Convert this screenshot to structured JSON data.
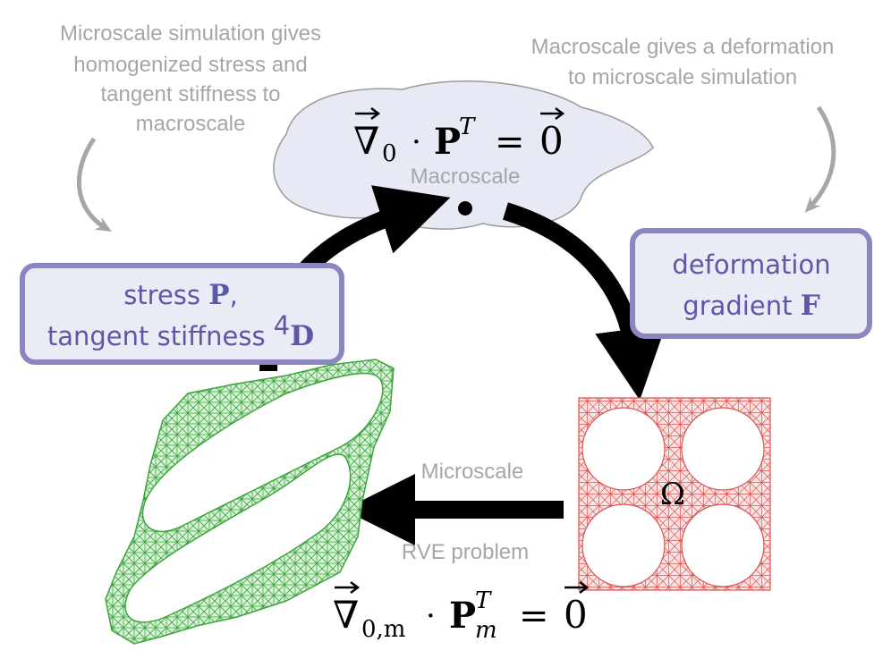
{
  "notes": {
    "left": [
      "Microscale simulation gives",
      "homogenized stress and",
      "tangent stiffness to",
      "macroscale"
    ],
    "right": [
      "Macroscale gives a deformation",
      "to microscale simulation"
    ]
  },
  "macro": {
    "label": "Macroscale",
    "equation": {
      "nabla": "∇",
      "sub": "0",
      "dot": "·",
      "P": "P",
      "sup": "T",
      "eq": "=",
      "zero": "0"
    }
  },
  "micro": {
    "label_top": "Microscale",
    "label_bottom": "RVE problem",
    "omega": "Ω",
    "equation": {
      "nabla": "∇",
      "sub": "0,m",
      "dot": "·",
      "P": "P",
      "sup": "T",
      "psub": "m",
      "eq": "=",
      "zero": "0"
    }
  },
  "stress_box": {
    "line1": "stress ",
    "line1_symbol": "P",
    "line1_end": ",",
    "line2": "tangent stiffness ",
    "line2_super": "4",
    "line2_symbol": "D"
  },
  "deformation_box": {
    "line1": "deformation",
    "line2": "gradient ",
    "line2_symbol": "F"
  },
  "colors": {
    "cloud_fill": "#e7eaf4",
    "box_fill": "#e9ebf5",
    "box_border": "#8b85c1",
    "box_text": "#5b58a8",
    "note_text": "#a6a6a6",
    "green_mesh": "#3aa63a",
    "red_mesh": "#d9534f",
    "arrow": "#000000"
  }
}
